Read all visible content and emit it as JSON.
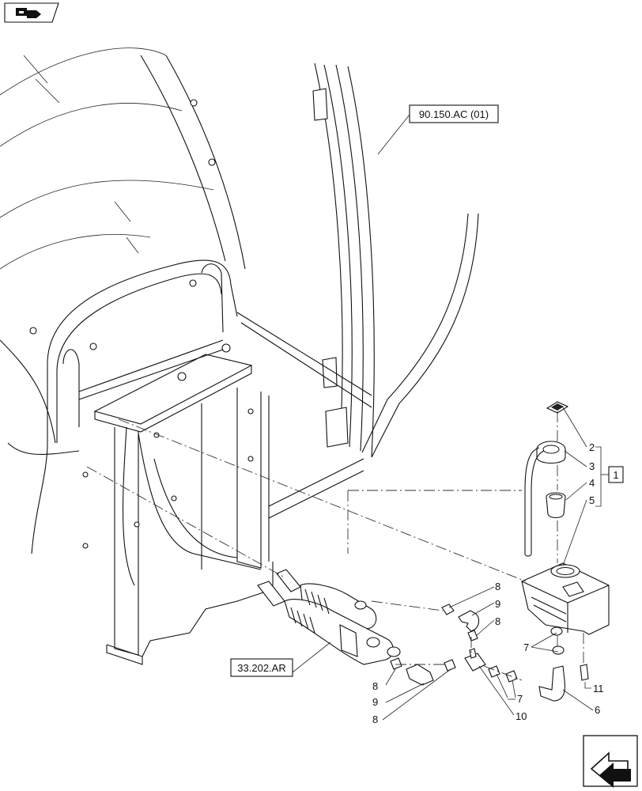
{
  "references": {
    "top": "90.150.AC (01)",
    "bottom": "33.202.AR"
  },
  "group_label": "1",
  "callouts": {
    "c2": "2",
    "c3": "3",
    "c4": "4",
    "c5": "5",
    "c6": "6",
    "c7a": "7",
    "c7b": "7",
    "c8a": "8",
    "c8b": "8",
    "c8c": "8",
    "c8d": "8",
    "c9a": "9",
    "c9b": "9",
    "c10": "10",
    "c11": "11"
  },
  "icons": {
    "top_left": "view-orientation-icon",
    "bottom_right": "next-page-arrow-icon"
  }
}
